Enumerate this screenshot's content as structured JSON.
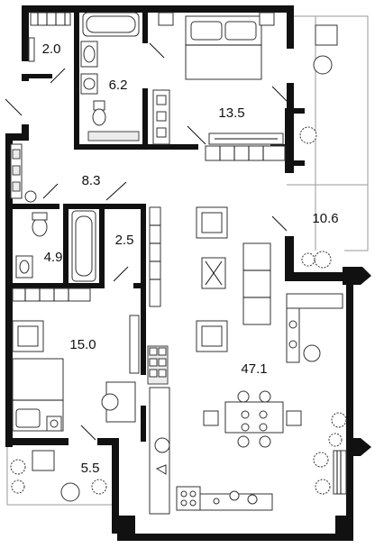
{
  "rooms": [
    {
      "id": "pantry",
      "area": "2.0"
    },
    {
      "id": "bathroom-1",
      "area": "6.2"
    },
    {
      "id": "bedroom-1",
      "area": "13.5"
    },
    {
      "id": "hallway",
      "area": "8.3"
    },
    {
      "id": "balcony-1",
      "area": "10.6"
    },
    {
      "id": "toilet",
      "area": "2.5"
    },
    {
      "id": "bathroom-2",
      "area": "4.9"
    },
    {
      "id": "bedroom-2",
      "area": "15.0"
    },
    {
      "id": "living-kitchen",
      "area": "47.1"
    },
    {
      "id": "balcony-2",
      "area": "5.5"
    }
  ],
  "colors": {
    "wall": "#111111",
    "furniture": "#333333",
    "balcony": "#9a9a9a"
  }
}
